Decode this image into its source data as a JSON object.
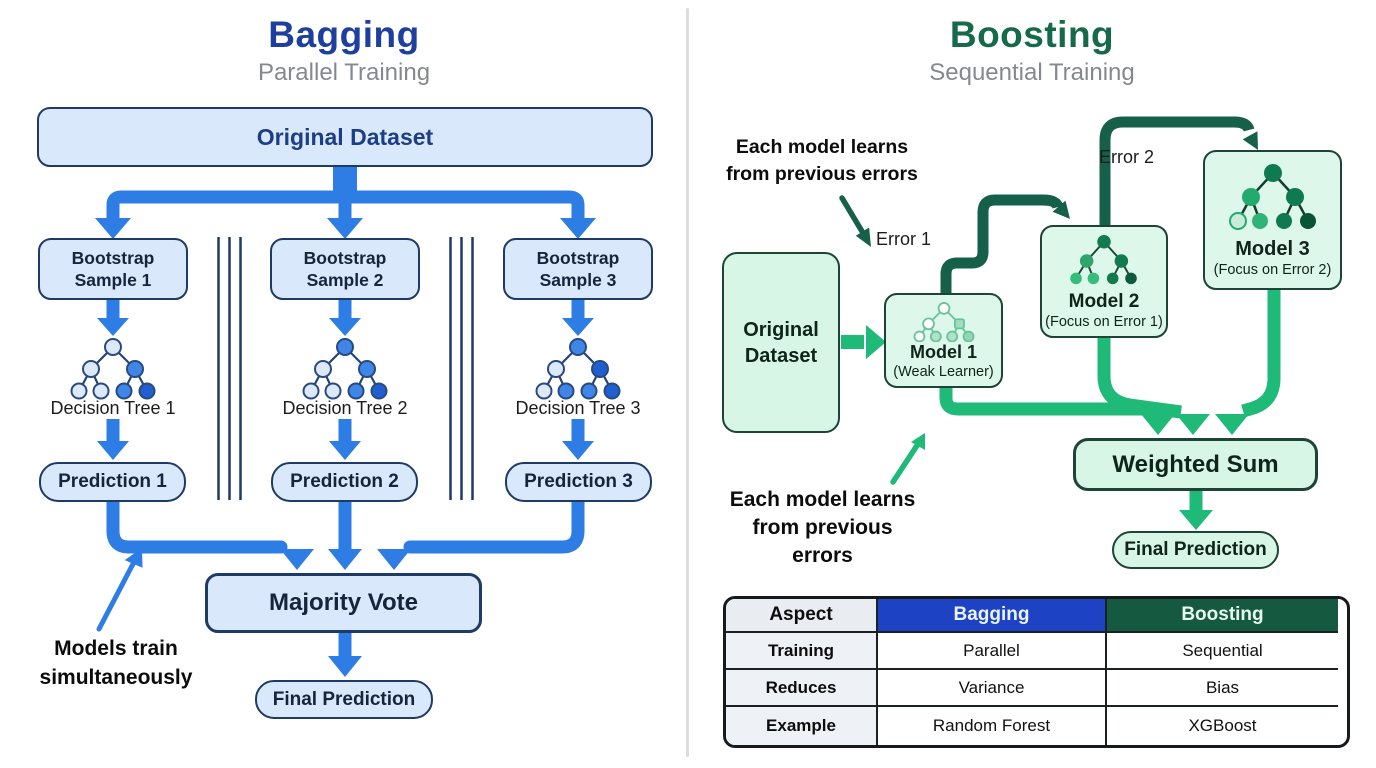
{
  "left": {
    "title": "Bagging",
    "subtitle": "Parallel Training",
    "original_dataset": "Original Dataset",
    "samples": [
      "Bootstrap Sample 1",
      "Bootstrap Sample 2",
      "Bootstrap Sample 3"
    ],
    "tree_labels": [
      "Decision Tree 1",
      "Decision Tree 2",
      "Decision Tree 3"
    ],
    "predictions": [
      "Prediction 1",
      "Prediction 2",
      "Prediction 3"
    ],
    "majority_vote": "Majority Vote",
    "final_prediction": "Final Prediction",
    "annotation": "Models train simultaneously"
  },
  "right": {
    "title": "Boosting",
    "subtitle": "Sequential Training",
    "annotation_top": "Each model learns from previous errors",
    "annotation_bottom": "Each model learns from previous errors",
    "error_labels": [
      "Error 1",
      "Error 2"
    ],
    "original_dataset": "Original Dataset",
    "models": [
      {
        "name": "Model 1",
        "sub": "(Weak Learner)"
      },
      {
        "name": "Model 2",
        "sub": "(Focus on Error 1)"
      },
      {
        "name": "Model 3",
        "sub": "(Focus on Error 2)"
      }
    ],
    "weighted_sum": "Weighted Sum",
    "final_prediction": "Final Prediction"
  },
  "table": {
    "headers": [
      "Aspect",
      "Bagging",
      "Boosting"
    ],
    "rows": [
      {
        "label": "Training",
        "bagging": "Parallel",
        "boosting": "Sequential"
      },
      {
        "label": "Reduces",
        "bagging": "Variance",
        "boosting": "Bias"
      },
      {
        "label": "Example",
        "bagging": "Random Forest",
        "boosting": "XGBoost"
      }
    ]
  },
  "colors": {
    "bagging_accent": "#2e7de5",
    "bagging_title": "#1e3f9e",
    "bagging_box_fill": "#d9e8fb",
    "bagging_box_border": "#1e3a66",
    "boosting_accent": "#1fb978",
    "boosting_dark": "#16604a",
    "boosting_title": "#156a4a",
    "boosting_box_fill": "#d8f6e6",
    "boosting_box_border": "#1d4436",
    "table_bagging_header": "#1d43c4",
    "table_boosting_header": "#145940",
    "subtitle_gray": "#85898f"
  }
}
